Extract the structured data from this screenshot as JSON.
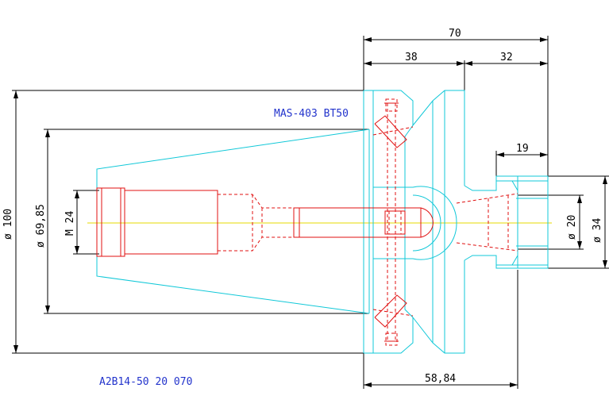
{
  "title": "MAS-403 BT50",
  "part_number": "A2B14-50 20 070",
  "dimensions": {
    "total_length": "70",
    "flange_length": "38",
    "projection": "32",
    "nut_length": "19",
    "gauge_length": "58,84",
    "dia_flange": "ø 100",
    "dia_taper": "ø 69,85",
    "thread": "M 24",
    "dia_bore": "ø 20",
    "dia_nut": "ø 34"
  },
  "colors": {
    "outline": "#11c8d8",
    "hidden": "#e01010",
    "dimension": "#000000",
    "text": "#2233cc",
    "axis": "#e6d800"
  }
}
